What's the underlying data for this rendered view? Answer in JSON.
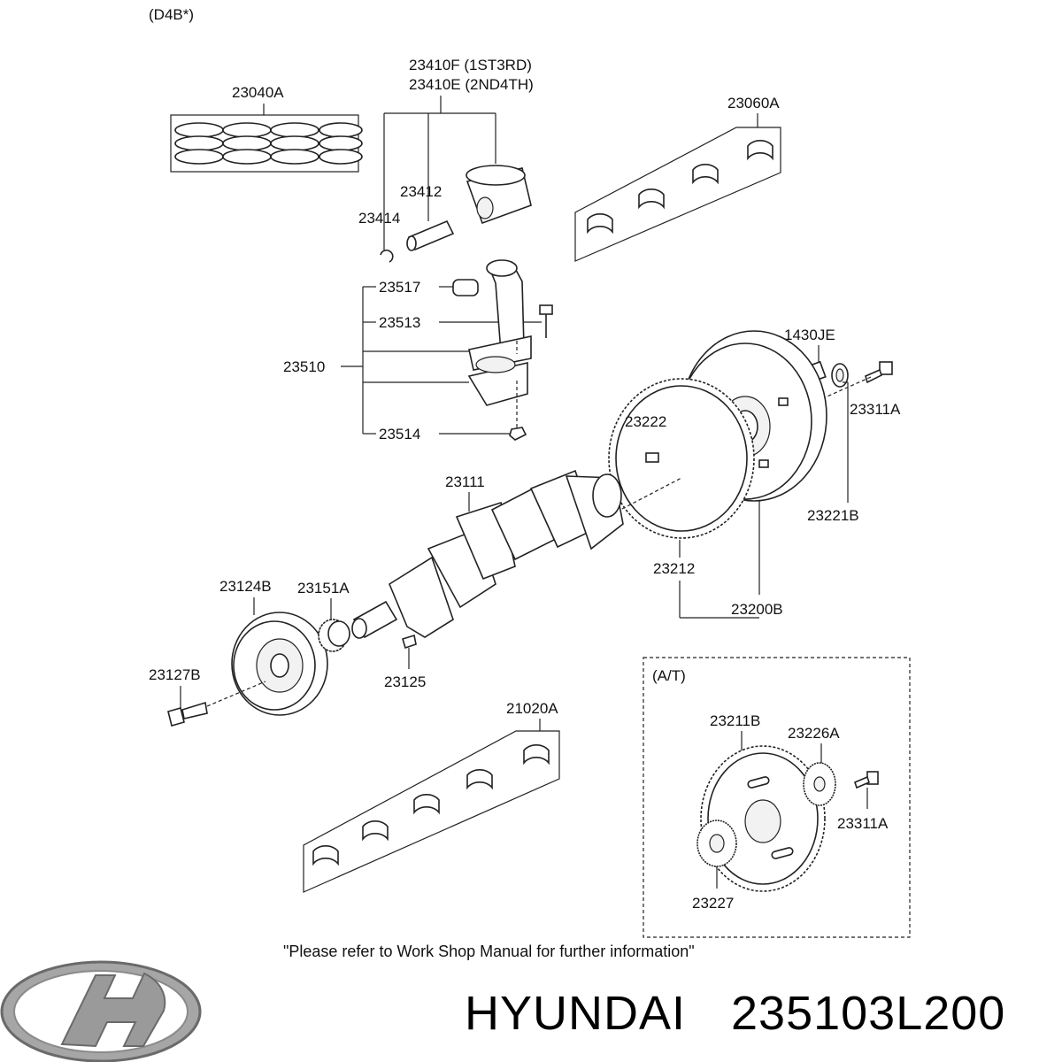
{
  "diagram": {
    "engine_code": "(D4B*)",
    "piston_label_1": "23410F (1ST3RD)",
    "piston_label_2": "23410E (2ND4TH)",
    "piston_ring_set": "23040A",
    "piston_pin": "23412",
    "snap_ring": "23414",
    "upper_bearing_set": "23060A",
    "con_rod_bushing": "23517",
    "con_rod_bolt": "23513",
    "con_rod_assy": "23510",
    "con_rod_nut": "23514",
    "flywheel_bolt_pin": "1430JE",
    "flywheel_bolt": "23311A",
    "ring_gear_pin": "23222",
    "crankshaft": "23111",
    "flywheel_bushing": "23221B",
    "ring_gear": "23212",
    "flywheel_assy": "23200B",
    "damper_pulley": "23124B",
    "sprocket": "23151A",
    "pulley_bolt": "23127B",
    "woodruff_key": "23125",
    "lower_bearing_set": "21020A",
    "at_section_title": "(A/T)",
    "drive_plate": "23211B",
    "adapter_plate": "23226A",
    "at_bolt": "23311A",
    "spacer": "23227",
    "footnote": "\"Please refer to Work Shop Manual for further information\""
  },
  "footer": {
    "brand": "HYUNDAI",
    "part_number": "235103L200",
    "logo_icon": "hyundai-logo-icon"
  }
}
